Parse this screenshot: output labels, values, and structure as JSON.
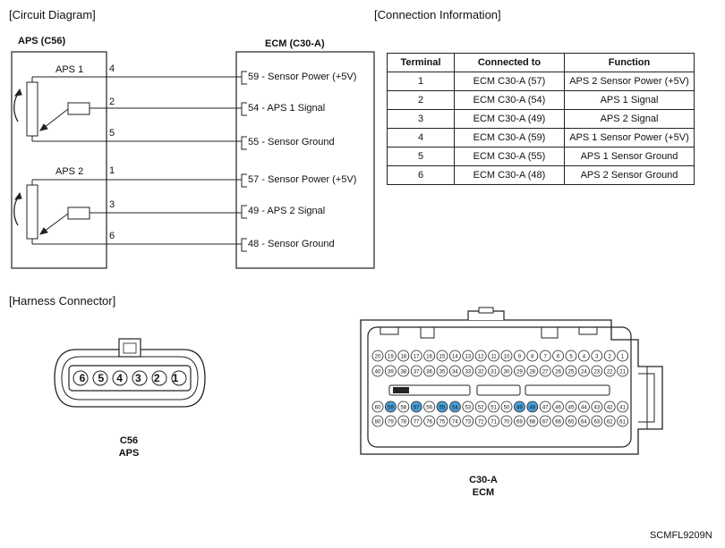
{
  "sections": {
    "circuit_diagram": "[Circuit Diagram]",
    "connection_information": "[Connection Information]",
    "harness_connector": "[Harness Connector]"
  },
  "circuit": {
    "aps_title": "APS (C56)",
    "ecm_title": "ECM (C30-A)",
    "aps1_label": "APS 1",
    "aps2_label": "APS 2",
    "aps_pins": [
      "4",
      "2",
      "5",
      "1",
      "3",
      "6"
    ],
    "ecm_pins": [
      "59 - Sensor Power (+5V)",
      "54 - APS 1 Signal",
      "55 - Sensor Ground",
      "57 - Sensor Power (+5V)",
      "49 - APS 2 Signal",
      "48 - Sensor Ground"
    ]
  },
  "connection_table": {
    "headers": [
      "Terminal",
      "Connected to",
      "Function"
    ],
    "rows": [
      [
        "1",
        "ECM C30-A (57)",
        "APS 2 Sensor Power (+5V)"
      ],
      [
        "2",
        "ECM C30-A (54)",
        "APS 1 Signal"
      ],
      [
        "3",
        "ECM C30-A (49)",
        "APS 2 Signal"
      ],
      [
        "4",
        "ECM C30-A (59)",
        "APS 1 Sensor Power (+5V)"
      ],
      [
        "5",
        "ECM C30-A (55)",
        "APS 1 Sensor Ground"
      ],
      [
        "6",
        "ECM C30-A (48)",
        "APS 2 Sensor Ground"
      ]
    ]
  },
  "harness": {
    "c56_pins": [
      "6",
      "5",
      "4",
      "3",
      "2",
      "1"
    ],
    "c56_code": "C56",
    "c56_name": "APS",
    "ecm_code": "C30-A",
    "ecm_name": "ECM",
    "ecm_row1": [
      "20",
      "19",
      "18",
      "17",
      "16",
      "15",
      "14",
      "13",
      "12",
      "11",
      "10",
      "9",
      "8",
      "7",
      "6",
      "5",
      "4",
      "3",
      "2",
      "1"
    ],
    "ecm_row2": [
      "40",
      "39",
      "38",
      "37",
      "36",
      "35",
      "34",
      "33",
      "32",
      "31",
      "30",
      "29",
      "28",
      "27",
      "26",
      "25",
      "24",
      "23",
      "22",
      "21"
    ],
    "ecm_row3": [
      "60",
      "59",
      "58",
      "57",
      "56",
      "55",
      "54",
      "53",
      "52",
      "51",
      "50",
      "49",
      "48",
      "47",
      "46",
      "45",
      "44",
      "43",
      "42",
      "41"
    ],
    "ecm_row4": [
      "80",
      "79",
      "78",
      "77",
      "76",
      "75",
      "74",
      "73",
      "72",
      "71",
      "70",
      "69",
      "68",
      "67",
      "66",
      "65",
      "64",
      "63",
      "62",
      "61"
    ],
    "highlight_pins": [
      "59",
      "57",
      "55",
      "54",
      "49",
      "48"
    ],
    "highlight_color": "#4a9fd8"
  },
  "figure_code": "SCMFL9209N"
}
